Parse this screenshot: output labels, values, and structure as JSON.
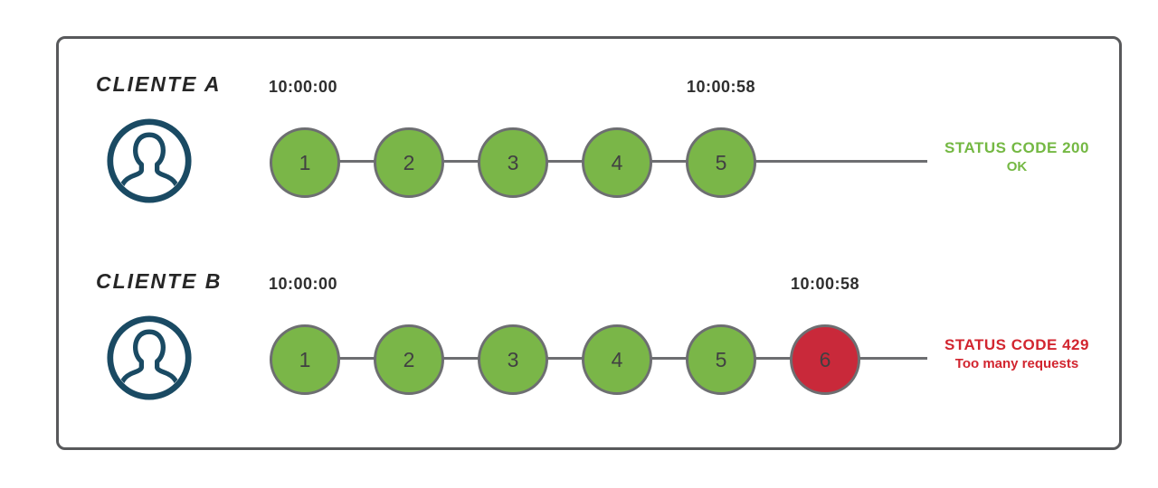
{
  "colors": {
    "ok_fill": "#7ab648",
    "limited_fill": "#c9293a",
    "ok_text": "#74b843",
    "limited_text": "#d2252f",
    "connector": "#6d6e71",
    "frame_border": "#58595b",
    "icon_navy": "#1a4a63"
  },
  "rows": [
    {
      "label": "CLIENTE A",
      "start_time": "10:00:00",
      "end_time": "10:00:58",
      "requests": [
        {
          "number": "1",
          "state": "ok"
        },
        {
          "number": "2",
          "state": "ok"
        },
        {
          "number": "3",
          "state": "ok"
        },
        {
          "number": "4",
          "state": "ok"
        },
        {
          "number": "5",
          "state": "ok"
        }
      ],
      "status": {
        "line1": "STATUS CODE 200",
        "line2": "OK",
        "state": "ok"
      }
    },
    {
      "label": "CLIENTE B",
      "start_time": "10:00:00",
      "end_time": "10:00:58",
      "requests": [
        {
          "number": "1",
          "state": "ok"
        },
        {
          "number": "2",
          "state": "ok"
        },
        {
          "number": "3",
          "state": "ok"
        },
        {
          "number": "4",
          "state": "ok"
        },
        {
          "number": "5",
          "state": "ok"
        },
        {
          "number": "6",
          "state": "limited"
        }
      ],
      "status": {
        "line1": "STATUS CODE 429",
        "line2": "Too many requests",
        "state": "limited"
      }
    }
  ]
}
